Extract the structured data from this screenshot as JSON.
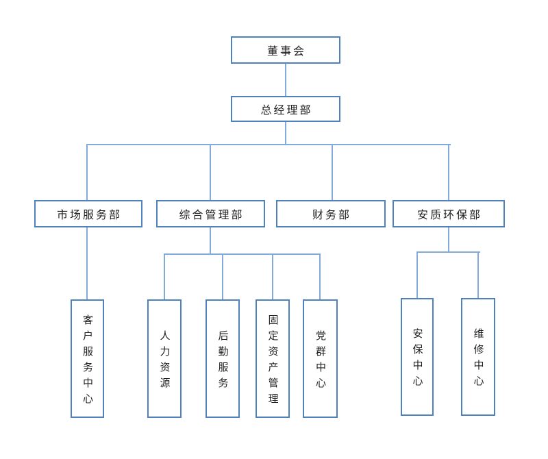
{
  "diagram": {
    "type": "org-chart",
    "nodes": {
      "board": {
        "label": "董事会",
        "reports_to": null
      },
      "gm": {
        "label": "总经理部",
        "reports_to": "董事会"
      },
      "market": {
        "label": "市场服务部",
        "reports_to": "总经理部"
      },
      "admin": {
        "label": "综合管理部",
        "reports_to": "总经理部"
      },
      "finance": {
        "label": "财务部",
        "reports_to": "总经理部"
      },
      "safety": {
        "label": "安质环保部",
        "reports_to": "总经理部"
      },
      "customer": {
        "label": "客户服务中心",
        "reports_to": "市场服务部"
      },
      "hr": {
        "label": "人力资源",
        "reports_to": "综合管理部"
      },
      "logistics": {
        "label": "后勤服务",
        "reports_to": "综合管理部"
      },
      "assets": {
        "label": "固定资产管理",
        "reports_to": "综合管理部"
      },
      "party": {
        "label": "党群中心",
        "reports_to": "综合管理部"
      },
      "security": {
        "label": "安保中心",
        "reports_to": "安质环保部"
      },
      "maintenance": {
        "label": "维修中心",
        "reports_to": "安质环保部"
      }
    },
    "colors": {
      "box_border": "#4f81bd",
      "connector": "#82abdc",
      "text": "#1f1f1f",
      "background": "#ffffff"
    }
  }
}
